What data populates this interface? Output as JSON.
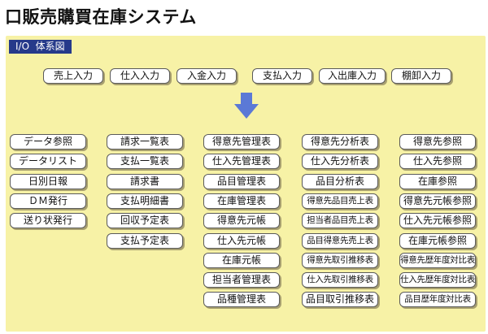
{
  "title": "口販売購買在庫システム",
  "io_label": "I/O  体系図",
  "arrow_color": "#5b79d6",
  "top_row": [
    "売上入力",
    "仕入入力",
    "入金入力",
    "支払入力",
    "入出庫入力",
    "棚卸入力"
  ],
  "columns": [
    [
      "データ参照",
      "データリスト",
      "日別日報",
      "ＤＭ発行",
      "送り状発行"
    ],
    [
      "請求一覧表",
      "支払一覧表",
      "請求書",
      "支払明細書",
      "回収予定表",
      "支払予定表"
    ],
    [
      "得意先管理表",
      "仕入先管理表",
      "品目管理表",
      "在庫管理表",
      "得意先元帳",
      "仕入先元帳",
      "在庫元帳",
      "担当者管理表",
      "品種管理表"
    ],
    [
      "得意先分析表",
      "仕入先分析表",
      "品目分析表",
      "得意先品目売上表",
      "担当者品目売上表",
      "品目得意先売上表",
      "得意先取引推移表",
      "仕入先取引推移表",
      "品目取引推移表"
    ],
    [
      "得意先参照",
      "仕入先参照",
      "在庫参照",
      "得意先元帳参照",
      "仕入先元帳参照",
      "在庫元帳参照",
      "得意先歴年度対比表",
      "仕入先歴年度対比表",
      "品目歴年度対比表"
    ]
  ]
}
